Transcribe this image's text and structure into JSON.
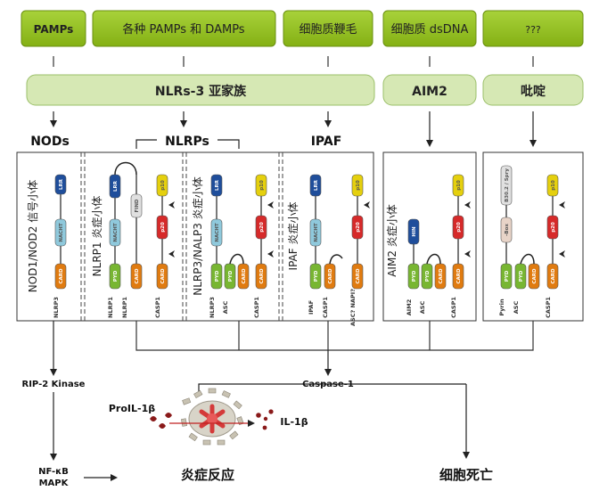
{
  "top_boxes": [
    "PAMPs",
    "各种 PAMPs 和 DAMPs",
    "细胞质鞭毛",
    "细胞质 dsDNA",
    "???"
  ],
  "families": [
    "NLRs-3 亚家族",
    "AIM2",
    "吡啶"
  ],
  "groups": {
    "nods": "NODs",
    "nlrps": "NLRPs",
    "ipaf": "IPAF"
  },
  "vertical_labels": [
    "NOD1/NOD2 信号小体",
    "NLRP1 炎症小体",
    "NLRP3/NALP3 炎症小体",
    "IPAF 炎症小体",
    "AIM2 炎症小体"
  ],
  "domains": {
    "lrr": "LRR",
    "nacht": "NACHT",
    "card": "CARD",
    "pyd": "PYD",
    "find": "FIND",
    "p10": "p10",
    "p20": "p20",
    "hin": "HIN",
    "b30": "B30.2 / Spry",
    "bbox": "-Box"
  },
  "protein_labels": {
    "nlrp3_a": "NLRP3",
    "nlrp1": "NLRP1",
    "casp1": "CASP1",
    "nlrp3_b": "NLRP3",
    "asc": "ASC",
    "ipaf": "IPAF",
    "asc_napi": "ASC? NAPI?",
    "aim2": "AIM2",
    "pyrin": "Pyrin"
  },
  "bottom": {
    "rip2": "RIP-2 Kinase",
    "caspase1": "Caspase-1",
    "proil1b": "ProIL-1β",
    "il1b": "IL-1β",
    "nfkb": "NF-κB",
    "mapk": "MAPK",
    "inflammation": "炎症反应",
    "cell_death": "细胞死亡"
  },
  "colors": {
    "box_green": "#92c01f",
    "family_fill": "#d6e8b4",
    "lrr": "#1f4e9b",
    "nacht": "#8fc9dc",
    "card": "#e07b10",
    "pyd": "#78b632",
    "p10": "#e5d00e",
    "p20": "#d62a2a",
    "find": "#e0e0e0"
  }
}
